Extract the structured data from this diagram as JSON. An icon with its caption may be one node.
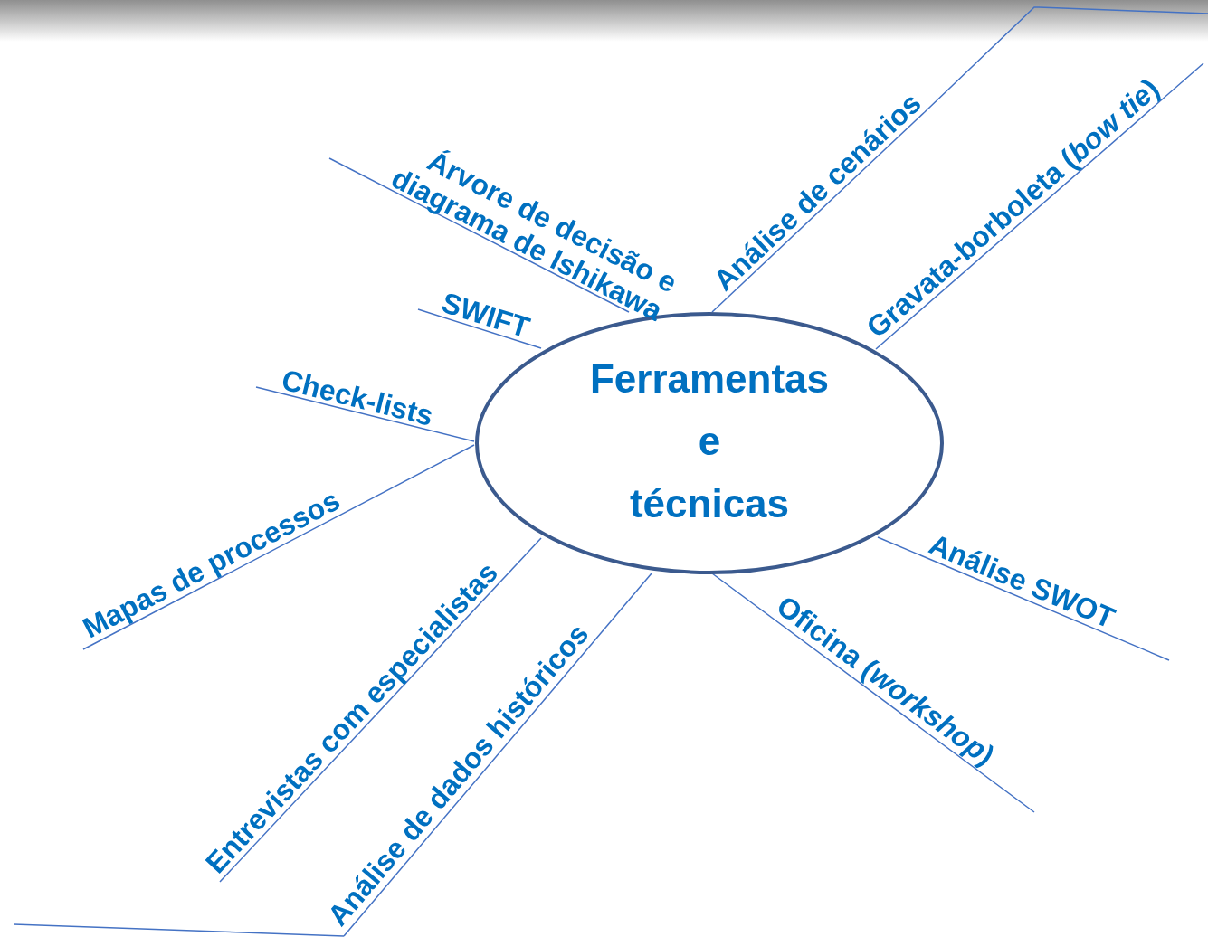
{
  "diagram": {
    "nodes": [
      {
        "text": [
          "Ferramentas e técnicas"
        ]
      },
      {
        "text": [
          "Árvore de decisão e diagrama de Ishikawa"
        ]
      },
      {
        "text": [
          "SWIFT"
        ]
      },
      {
        "text": [
          "Check-lists"
        ]
      },
      {
        "text": [
          "Mapas de processos"
        ]
      },
      {
        "text": [
          "Entrevistas com especialistas"
        ]
      },
      {
        "text": [
          "Análise de dados históricos"
        ]
      },
      {
        "text": [
          "Oficina (*workshop*)"
        ]
      },
      {
        "text": [
          "Análise SWOT"
        ]
      },
      {
        "text": [
          "Gravata-borboleta (*bow tie*)"
        ]
      },
      {
        "text": [
          "Análise de cenários"
        ]
      }
    ],
    "edges": [
      {
        "from": 0,
        "to": 1,
        "arrow": "none"
      },
      {
        "from": 0,
        "to": 2,
        "arrow": "none"
      },
      {
        "from": 0,
        "to": 3,
        "arrow": "none"
      },
      {
        "from": 0,
        "to": 4,
        "arrow": "none"
      },
      {
        "from": 0,
        "to": 5,
        "arrow": "none"
      },
      {
        "from": 0,
        "to": 6,
        "arrow": "none"
      },
      {
        "from": 0,
        "to": 7,
        "arrow": "none"
      },
      {
        "from": 0,
        "to": 8,
        "arrow": "none"
      },
      {
        "from": 0,
        "to": 9,
        "arrow": "none"
      },
      {
        "from": 0,
        "to": 10,
        "arrow": "none"
      }
    ]
  }
}
